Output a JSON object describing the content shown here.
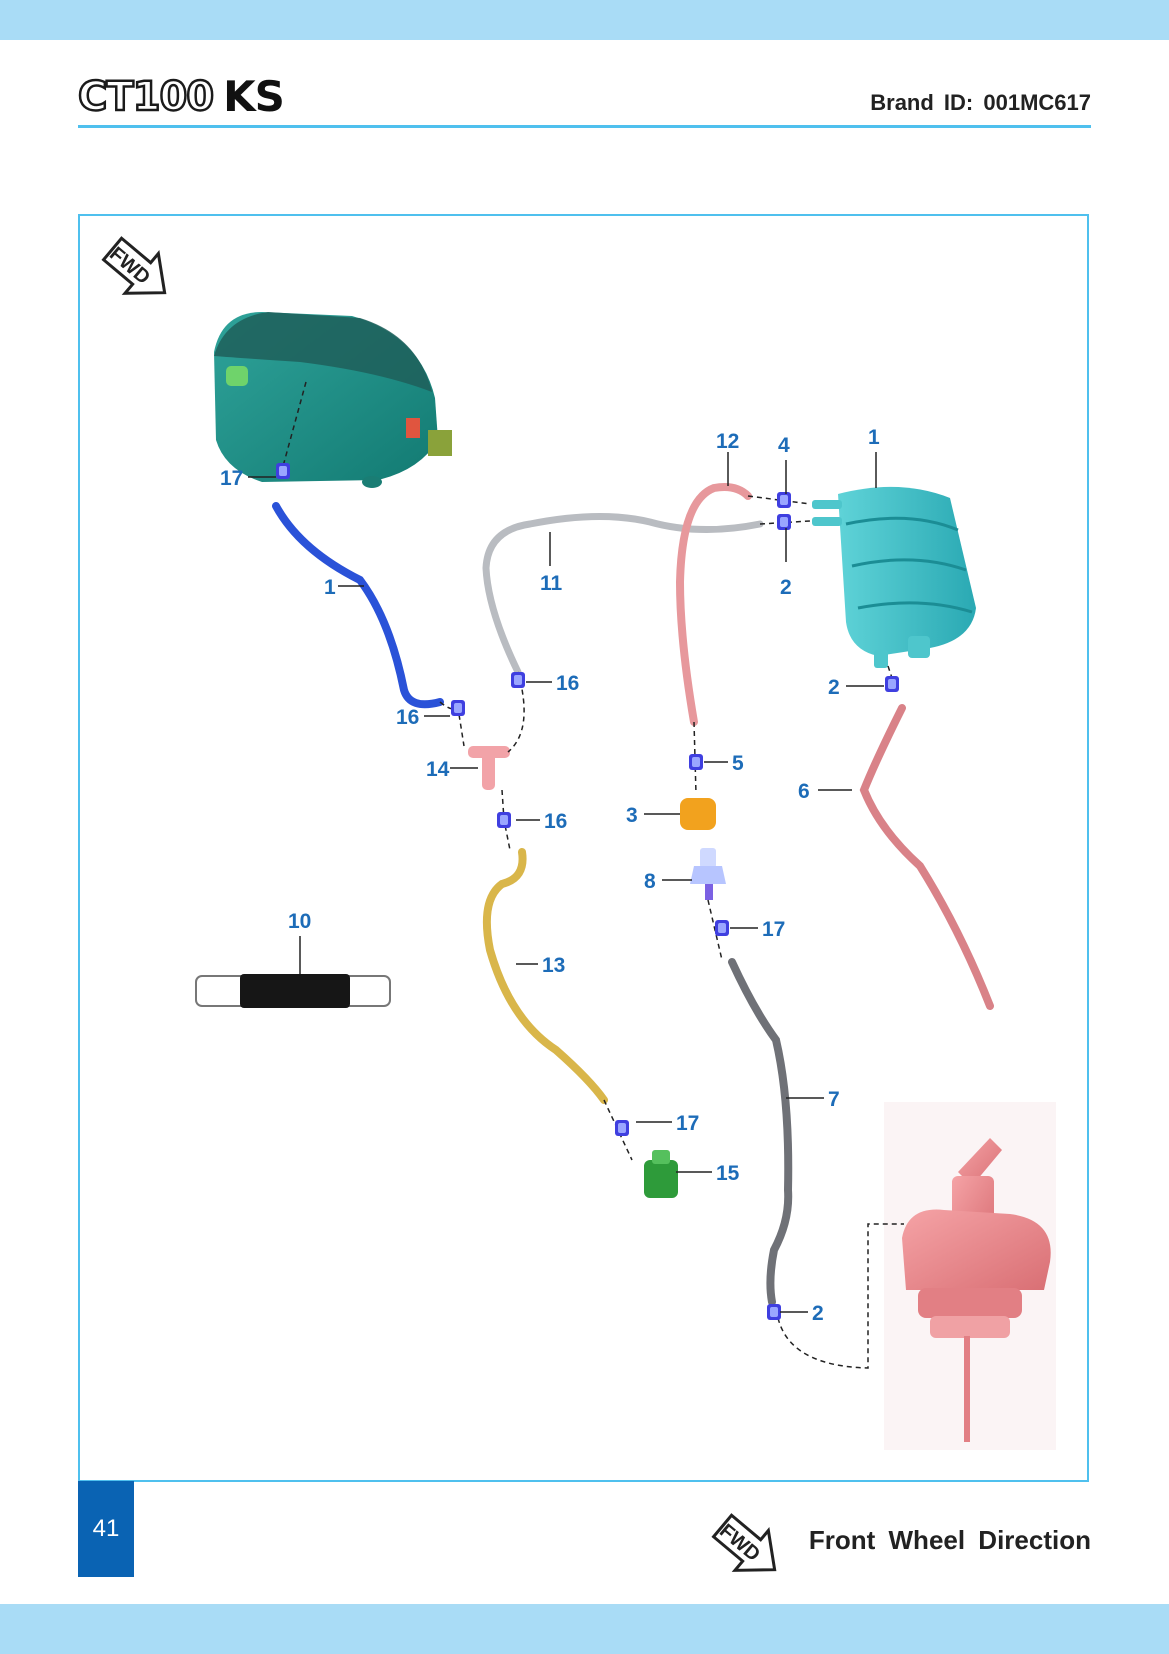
{
  "header": {
    "logo_model": "CT100",
    "logo_variant": "KS",
    "brand_id": "Brand ID: 001MC617"
  },
  "diagram": {
    "fwd_marker_text": "FWD",
    "callouts": [
      "17",
      "1",
      "16",
      "14",
      "16",
      "13",
      "17",
      "15",
      "10",
      "11",
      "16",
      "12",
      "4",
      "2",
      "1",
      "2",
      "6",
      "5",
      "3",
      "8",
      "17",
      "7",
      "2"
    ]
  },
  "footer": {
    "page_number": "41",
    "legend_arrow_text": "FWD",
    "legend_label": "Front Wheel Direction"
  },
  "colors": {
    "accent": "#4fc0ee",
    "band": "#a9dcf6",
    "callout": "#1d6cb8",
    "page_box": "#0a63b3"
  }
}
